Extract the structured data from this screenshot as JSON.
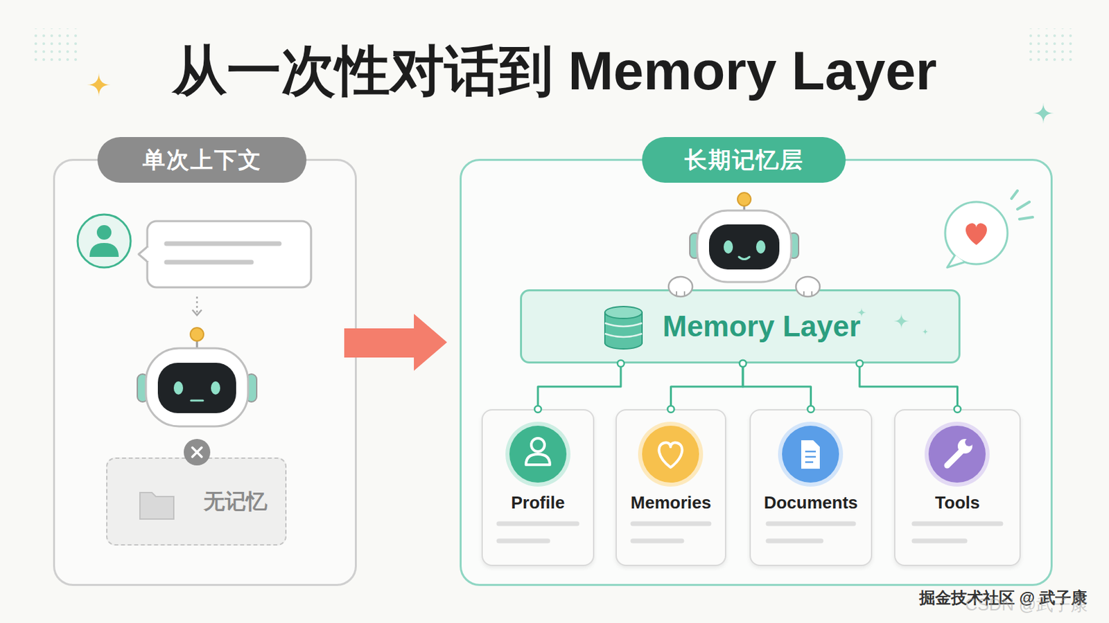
{
  "diagram": {
    "title": "从一次性对话到 Memory Layer",
    "nodes": [
      {
        "text": [
          "单次上下文"
        ]
      },
      {
        "text": [
          "无记忆"
        ],
        "in": 0
      },
      {
        "text": [
          "长期记忆层"
        ]
      },
      {
        "text": [
          "Memory Layer"
        ],
        "in": 2
      },
      {
        "text": [
          "Profile"
        ],
        "in": 2
      },
      {
        "text": [
          "Memories"
        ],
        "in": 2
      },
      {
        "text": [
          "Documents"
        ],
        "in": 2
      },
      {
        "text": [
          "Tools"
        ],
        "in": 2
      }
    ],
    "edges": [
      {
        "from": 3,
        "to": 4,
        "arrow": "none"
      },
      {
        "from": 3,
        "to": 5,
        "arrow": "none"
      },
      {
        "from": 3,
        "to": 6,
        "arrow": "none"
      },
      {
        "from": 3,
        "to": 7,
        "arrow": "none"
      }
    ],
    "labels": [
      "掘金技术社区 @ 武子康",
      "CSDN @武子康"
    ]
  }
}
